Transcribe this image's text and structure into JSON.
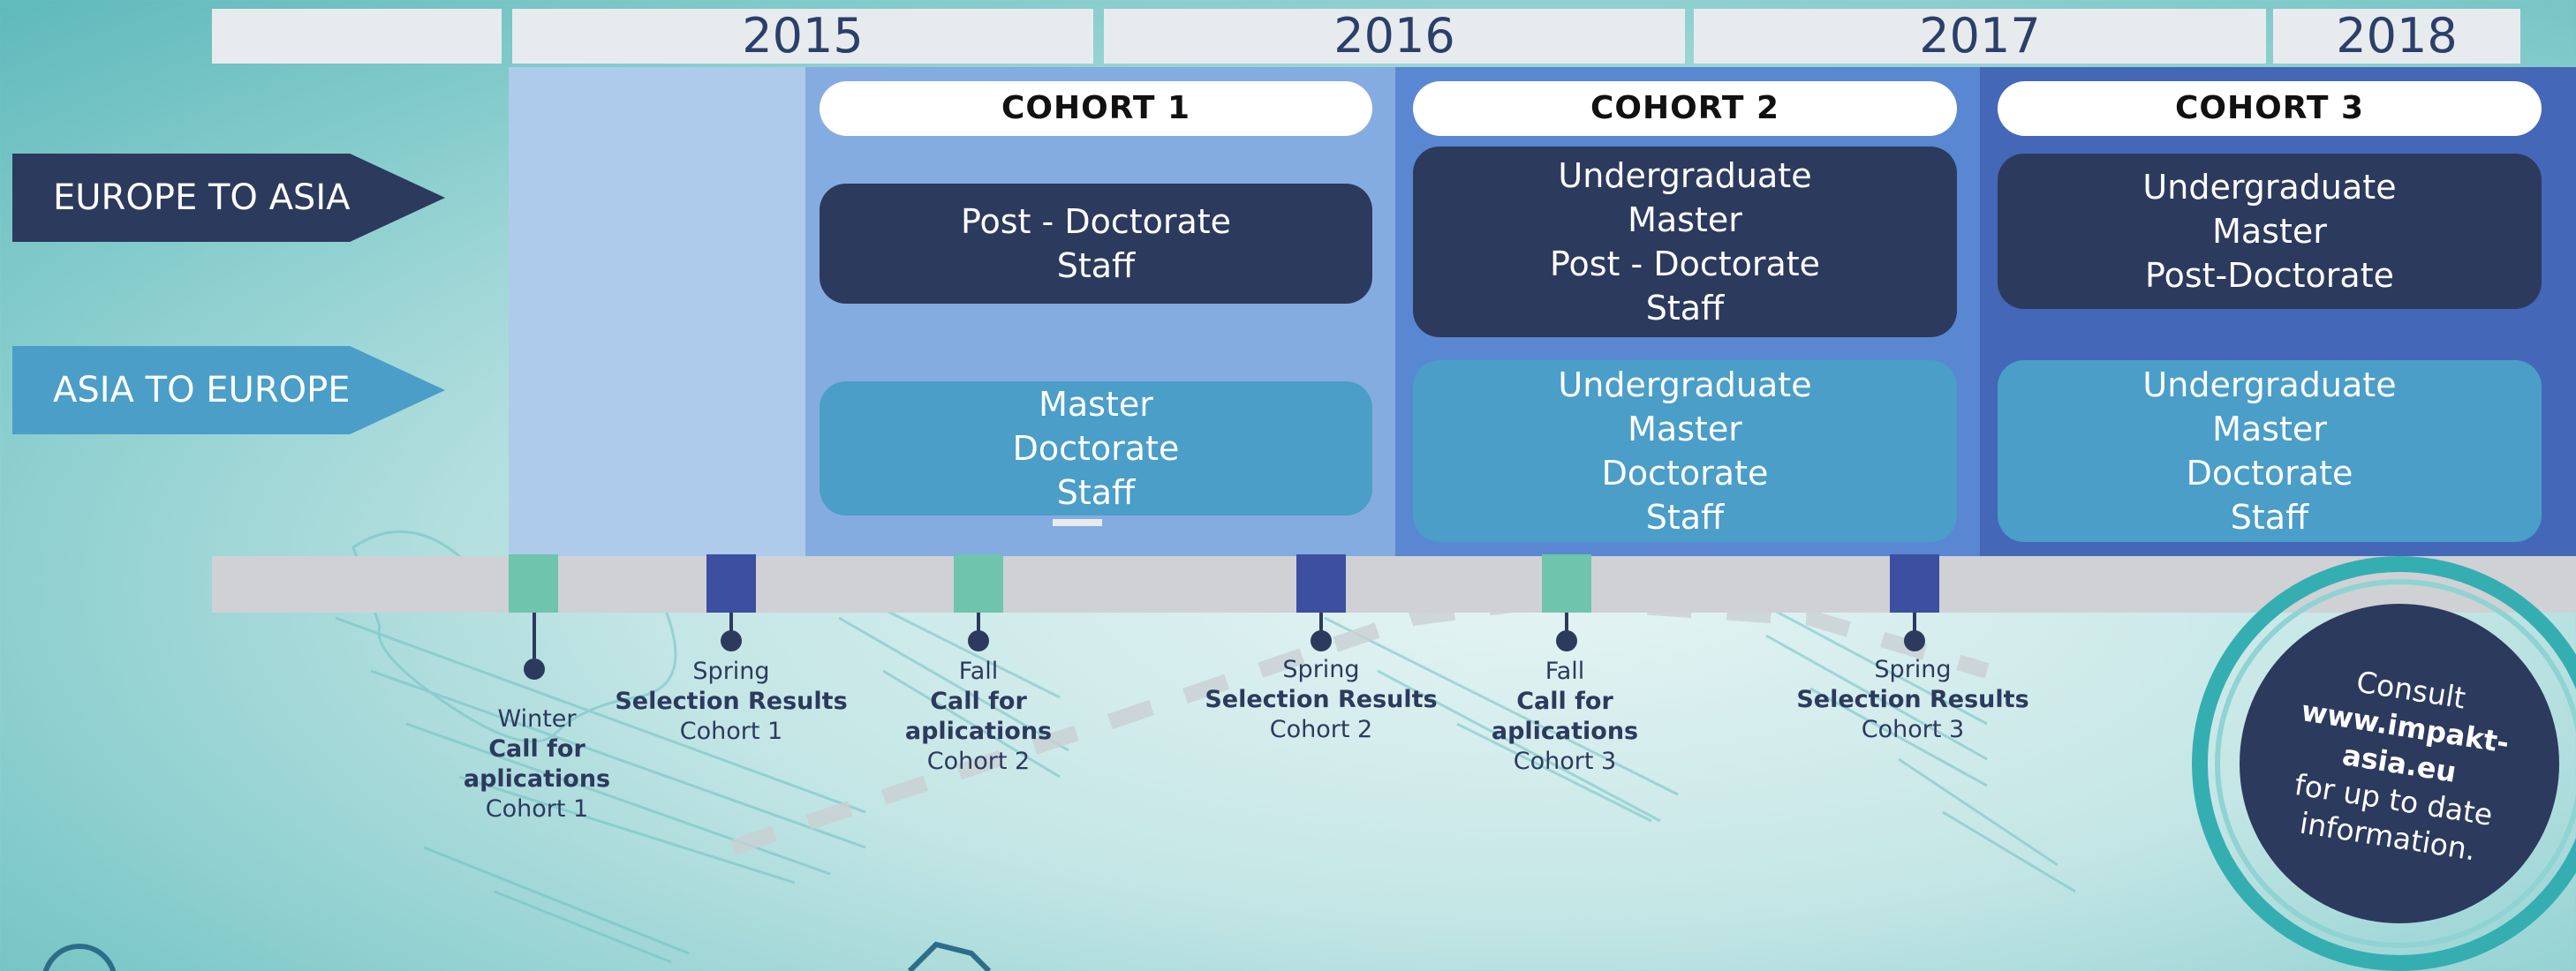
{
  "years": [
    "2015",
    "2016",
    "2017",
    "2018"
  ],
  "rows": {
    "europe_to_asia": "EUROPE  TO ASIA",
    "asia_to_europe": "ASIA TO EUROPE"
  },
  "cohorts": [
    {
      "title": "COHORT 1",
      "europe_to_asia": [
        "Post - Doctorate",
        "Staff"
      ],
      "asia_to_europe": [
        "Master",
        "Doctorate",
        "Staff"
      ]
    },
    {
      "title": "COHORT 2",
      "europe_to_asia": [
        "Undergraduate",
        "Master",
        "Post - Doctorate",
        "Staff"
      ],
      "asia_to_europe": [
        "Undergraduate",
        "Master",
        "Doctorate",
        "Staff"
      ]
    },
    {
      "title": "COHORT 3",
      "europe_to_asia": [
        "Undergraduate",
        "Master",
        "Post-Doctorate"
      ],
      "asia_to_europe": [
        "Undergraduate",
        "Master",
        "Doctorate",
        "Staff"
      ]
    }
  ],
  "events": [
    {
      "season": "Winter",
      "kind": "Call for aplications",
      "cohort": "Cohort 1",
      "marker": "teal"
    },
    {
      "season": "Spring",
      "kind": "Selection Results",
      "cohort": "Cohort 1",
      "marker": "blue"
    },
    {
      "season": "Fall",
      "kind": "Call for aplications",
      "cohort": "Cohort 2",
      "marker": "teal"
    },
    {
      "season": "Spring",
      "kind": "Selection Results",
      "cohort": "Cohort 2",
      "marker": "blue"
    },
    {
      "season": "Fall",
      "kind": "Call for aplications",
      "cohort": "Cohort 3",
      "marker": "teal"
    },
    {
      "season": "Spring",
      "kind": "Selection Results",
      "cohort": "Cohort 3",
      "marker": "blue"
    }
  ],
  "badge": {
    "line1": "Consult",
    "url": "www.impakt-asia.eu",
    "line3": "for up to date",
    "line4": "information."
  },
  "colors": {
    "dark_navy": "#2c3a5e",
    "light_blue_box": "#4a9ec8",
    "teal_marker": "#6fc4ac",
    "blue_marker": "#3d4fa0"
  }
}
